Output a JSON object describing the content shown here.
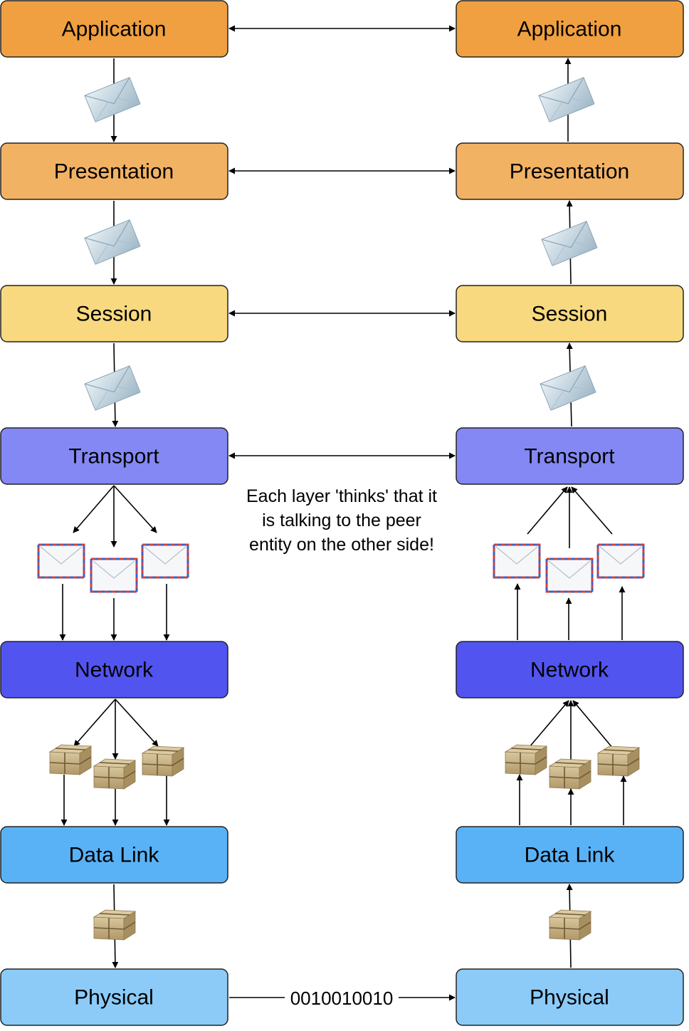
{
  "layers": [
    {
      "key": "application",
      "label": "Application",
      "color": "#F0A040"
    },
    {
      "key": "presentation",
      "label": "Presentation",
      "color": "#F2B264"
    },
    {
      "key": "session",
      "label": "Session",
      "color": "#F8D97F"
    },
    {
      "key": "transport",
      "label": "Transport",
      "color": "#8488F4"
    },
    {
      "key": "network",
      "label": "Network",
      "color": "#5254F0"
    },
    {
      "key": "data_link",
      "label": "Data Link",
      "color": "#5AB2F6"
    },
    {
      "key": "physical",
      "label": "Physical",
      "color": "#8CCBF8"
    }
  ],
  "note": {
    "lines": [
      "Each layer 'thinks' that it",
      "is talking to the peer",
      "entity on the other side!"
    ]
  },
  "bits": {
    "label": "0010010010"
  },
  "colors": {
    "border": "#222222",
    "envelope_plain": "#B9CDD9",
    "envelope_airmail_red": "#D04040",
    "envelope_airmail_blue": "#4060C0",
    "parcel": "#C8B48A"
  },
  "icons": {
    "message": "envelope-icon",
    "segment": "airmail-envelope-icon",
    "packet": "parcel-icon"
  }
}
